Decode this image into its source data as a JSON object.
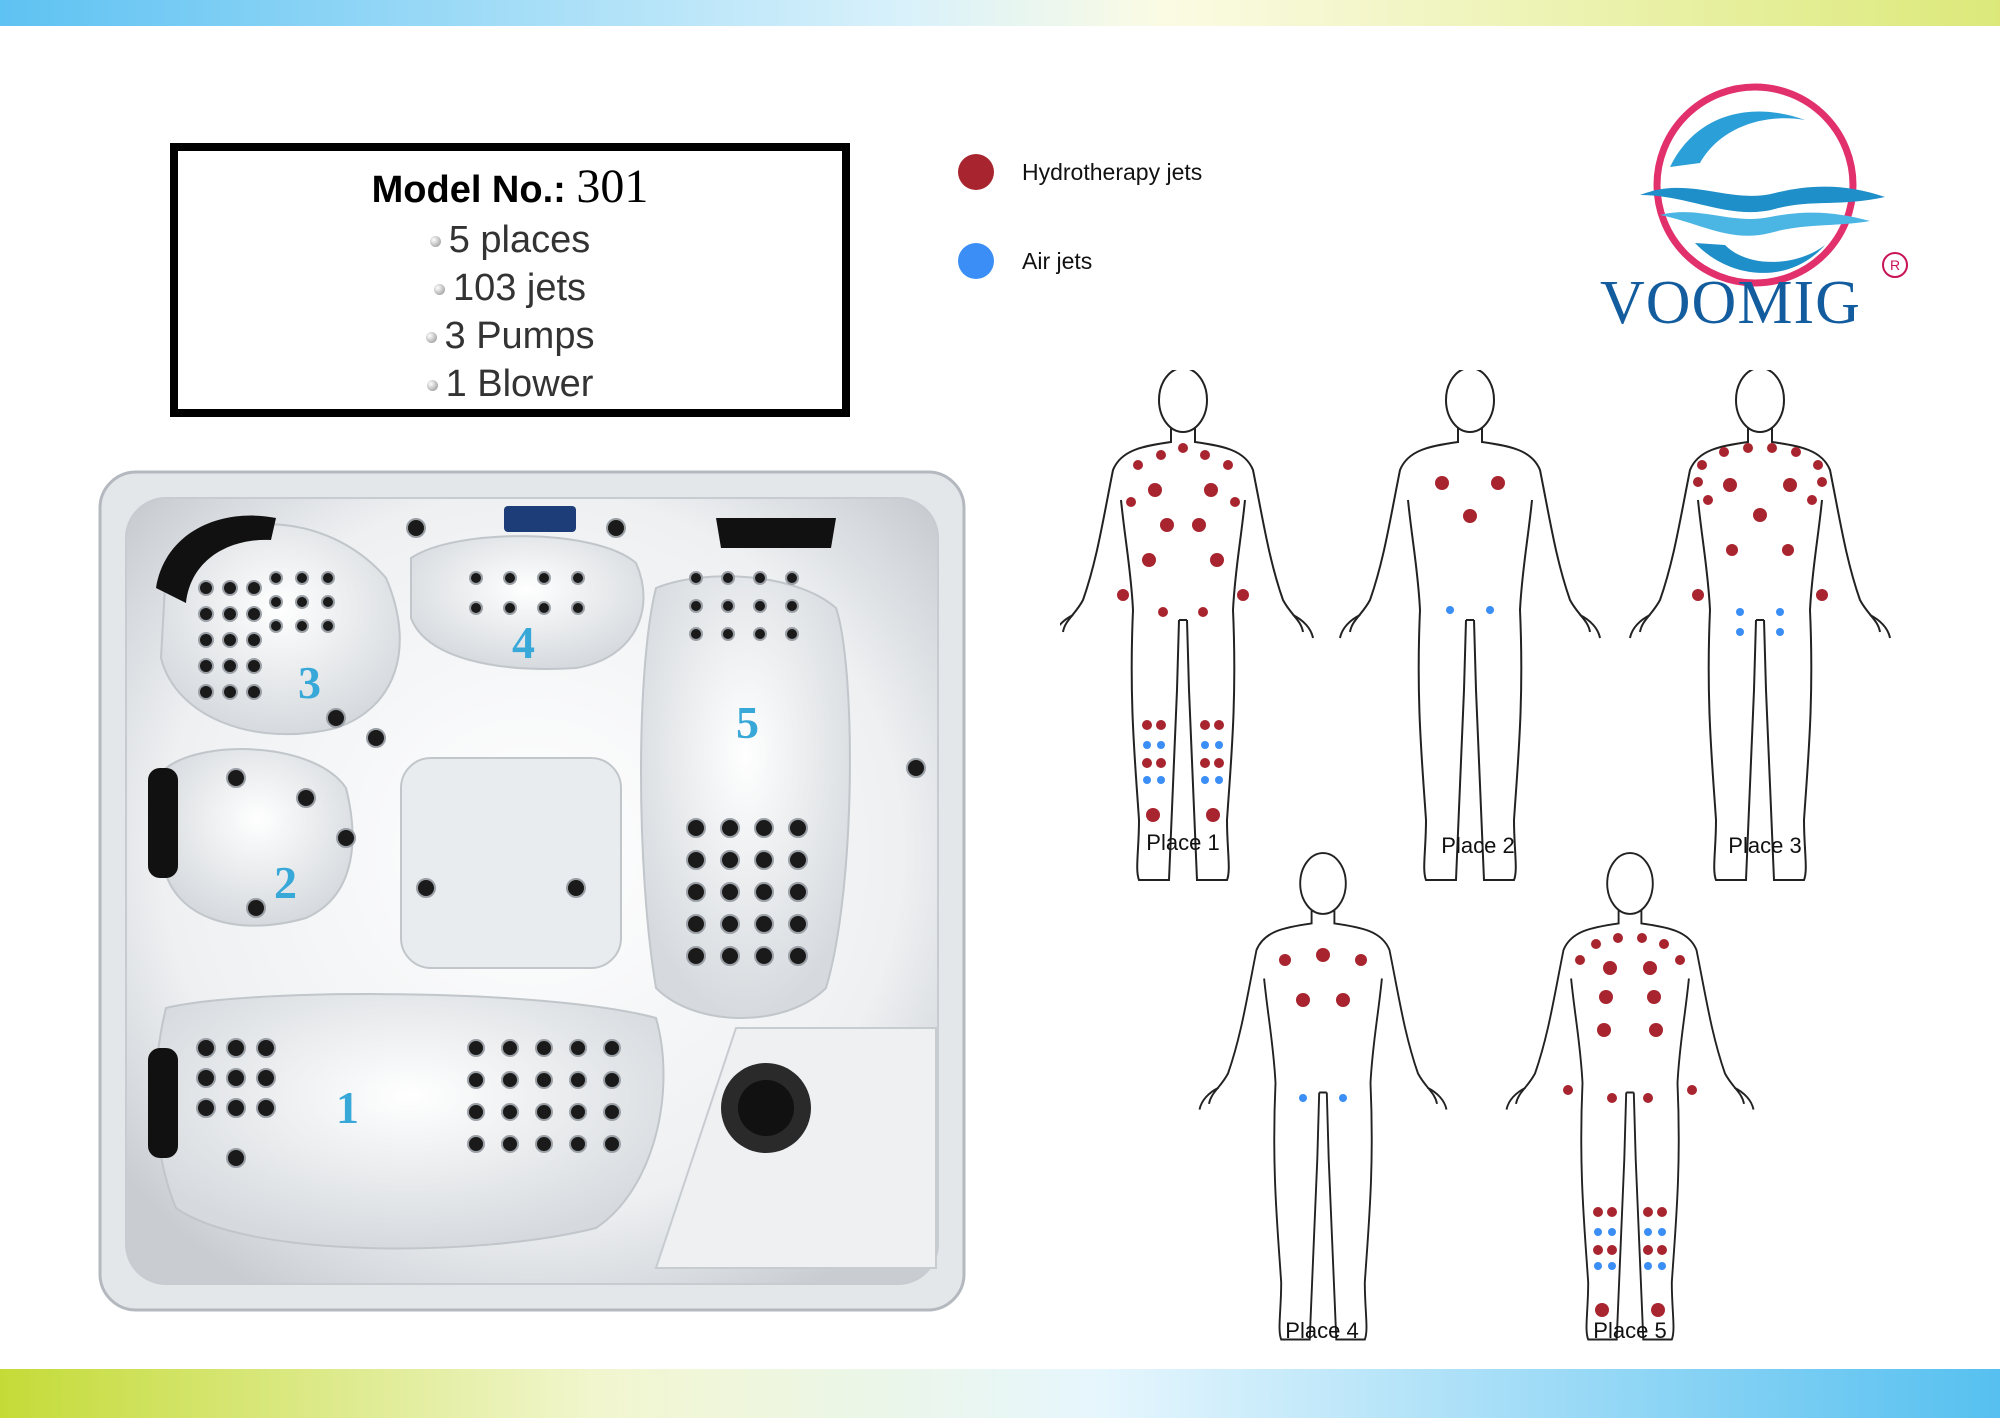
{
  "model": {
    "label": "Model No.:",
    "number": "301",
    "specs": [
      "5 places",
      "103 jets",
      "3 Pumps",
      "1 Blower"
    ]
  },
  "legend": [
    {
      "label": "Hydrotherapy jets",
      "color": "#a8252f"
    },
    {
      "label": "Air jets",
      "color": "#3a8ef5"
    }
  ],
  "brand": {
    "name": "VOOMIG",
    "registered_mark": "R",
    "colors": {
      "ring": "#e1306c",
      "wave": "#1f8fc9",
      "text": "#135d9f"
    }
  },
  "tub": {
    "seat_numbers": [
      "1",
      "2",
      "3",
      "4",
      "5"
    ]
  },
  "places": [
    {
      "label": "Place 1"
    },
    {
      "label": "Place 2"
    },
    {
      "label": "Place 3"
    },
    {
      "label": "Place 4"
    },
    {
      "label": "Place 5"
    }
  ]
}
